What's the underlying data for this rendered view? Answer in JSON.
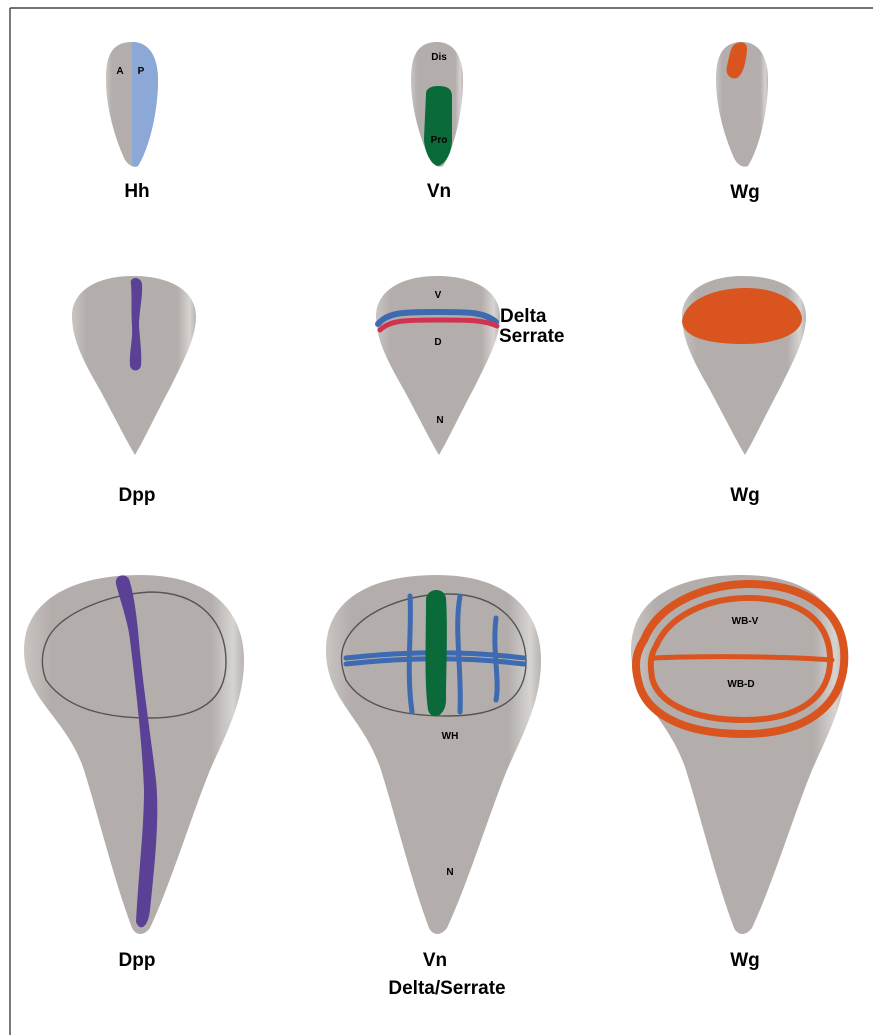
{
  "figure": {
    "row1": {
      "panel1": {
        "caption": "Hh",
        "region_a": "A",
        "region_p": "P",
        "colors": {
          "disc": "#b3aeab",
          "posterior": "#8ca8d6"
        }
      },
      "panel2": {
        "caption": "Vn",
        "region_dis": "Dis",
        "region_pro": "Pro",
        "colors": {
          "expression": "#0b6a3a"
        }
      },
      "panel3": {
        "caption": "Wg",
        "colors": {
          "expression": "#d9541e"
        }
      }
    },
    "row2": {
      "panel1": {
        "caption": "Dpp",
        "colors": {
          "expression": "#5a4196"
        }
      },
      "panel2": {
        "label_v": "V",
        "label_d": "D",
        "label_n": "N",
        "gene1": "Delta",
        "gene2": "Serrate",
        "colors": {
          "delta": "#3d6ab0",
          "serrate": "#d0324f"
        }
      },
      "panel3": {
        "caption": "Wg",
        "colors": {
          "expression": "#d9541e"
        }
      }
    },
    "row3": {
      "panel1": {
        "caption": "Dpp",
        "colors": {
          "expression": "#5a4196"
        }
      },
      "panel2": {
        "caption": "Vn",
        "caption2": "Delta/Serrate",
        "label_wh": "WH",
        "label_n": "N",
        "colors": {
          "vn": "#0b6a3a",
          "delta_serrate": "#3d6ab0"
        }
      },
      "panel3": {
        "caption": "Wg",
        "label_wbv": "WB-V",
        "label_wbd": "WB-D",
        "colors": {
          "expression": "#d9541e"
        }
      }
    }
  }
}
